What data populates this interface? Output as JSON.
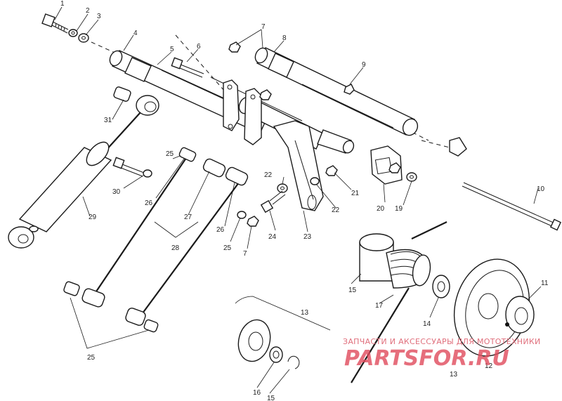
{
  "callouts": [
    {
      "id": "c1",
      "text": "1"
    },
    {
      "id": "c2",
      "text": "2"
    },
    {
      "id": "c3",
      "text": "3"
    },
    {
      "id": "c4",
      "text": "4"
    },
    {
      "id": "c5",
      "text": "5"
    },
    {
      "id": "c6",
      "text": "6"
    },
    {
      "id": "c7a",
      "text": "7"
    },
    {
      "id": "c8",
      "text": "8"
    },
    {
      "id": "c9",
      "text": "9"
    },
    {
      "id": "c31",
      "text": "31"
    },
    {
      "id": "c25a",
      "text": "25"
    },
    {
      "id": "c22a",
      "text": "22"
    },
    {
      "id": "c21",
      "text": "21"
    },
    {
      "id": "c22b",
      "text": "22"
    },
    {
      "id": "c20",
      "text": "20"
    },
    {
      "id": "c19",
      "text": "19"
    },
    {
      "id": "c10",
      "text": "10"
    },
    {
      "id": "c30",
      "text": "30"
    },
    {
      "id": "c26a",
      "text": "26"
    },
    {
      "id": "c29",
      "text": "29"
    },
    {
      "id": "c27",
      "text": "27"
    },
    {
      "id": "c26b",
      "text": "26"
    },
    {
      "id": "c28",
      "text": "28"
    },
    {
      "id": "c25b",
      "text": "25"
    },
    {
      "id": "c7b",
      "text": "7"
    },
    {
      "id": "c24",
      "text": "24"
    },
    {
      "id": "c23",
      "text": "23"
    },
    {
      "id": "c15",
      "text": "15"
    },
    {
      "id": "c14",
      "text": "14"
    },
    {
      "id": "c11",
      "text": "11"
    },
    {
      "id": "c17",
      "text": "17"
    },
    {
      "id": "c13a",
      "text": "13"
    },
    {
      "id": "c25c",
      "text": "25"
    },
    {
      "id": "c13b",
      "text": "13"
    },
    {
      "id": "c12",
      "text": "12"
    },
    {
      "id": "c16",
      "text": "16"
    },
    {
      "id": "c15b",
      "text": "15"
    }
  ],
  "watermark": {
    "line1": "ЗАПЧАСТИ И АКСЕССУАРЫ ДЛЯ МОТОТЕХНИКИ",
    "line2": "PARTSFOR.RU",
    "color": "#e14b5c"
  }
}
